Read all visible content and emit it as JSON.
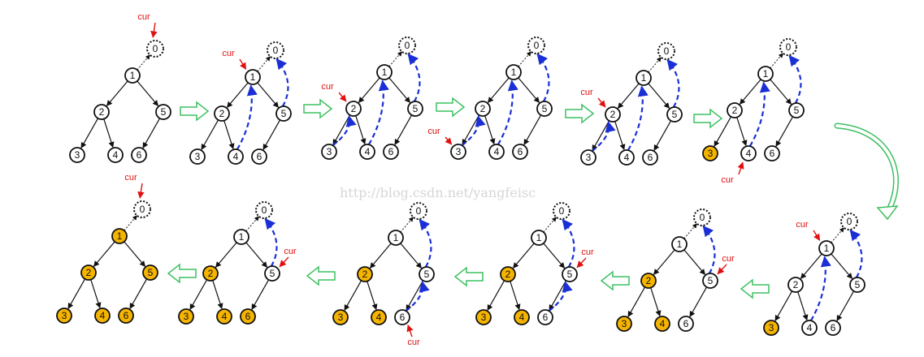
{
  "watermark": "http://blog.csdn.net/yangfeisc",
  "pointer_label": "cur",
  "colors": {
    "edge": "#111111",
    "thread": "#1a2fd6",
    "pointer": "#e01010",
    "visited_fill": "#f5b400",
    "node_fill": "#ffffff",
    "step_arrow": "#3cc060"
  },
  "tree": {
    "nodes": [
      "0",
      "1",
      "2",
      "3",
      "4",
      "5",
      "6"
    ],
    "edges": [
      [
        "1",
        "2"
      ],
      [
        "1",
        "5"
      ],
      [
        "2",
        "3"
      ],
      [
        "2",
        "4"
      ],
      [
        "5",
        "6"
      ]
    ],
    "root_link": [
      "1",
      "0"
    ]
  },
  "steps": [
    {
      "visited": [],
      "threads": [],
      "cur": "0"
    },
    {
      "visited": [],
      "threads": [
        [
          "4",
          "1"
        ],
        [
          "5",
          "0"
        ]
      ],
      "cur": "1"
    },
    {
      "visited": [],
      "threads": [
        [
          "3",
          "2"
        ],
        [
          "4",
          "1"
        ],
        [
          "5",
          "0"
        ]
      ],
      "cur": "2"
    },
    {
      "visited": [],
      "threads": [
        [
          "3",
          "2"
        ],
        [
          "4",
          "1"
        ],
        [
          "5",
          "0"
        ]
      ],
      "cur": "3"
    },
    {
      "visited": [],
      "threads": [
        [
          "3",
          "2"
        ],
        [
          "4",
          "1"
        ],
        [
          "5",
          "0"
        ]
      ],
      "cur": "2"
    },
    {
      "visited": [
        "3"
      ],
      "threads": [
        [
          "4",
          "1"
        ],
        [
          "5",
          "0"
        ]
      ],
      "cur": "4"
    },
    {
      "visited": [
        "3"
      ],
      "threads": [
        [
          "4",
          "1"
        ],
        [
          "5",
          "0"
        ]
      ],
      "cur": "1"
    },
    {
      "visited": [
        "3",
        "4",
        "2"
      ],
      "threads": [
        [
          "5",
          "0"
        ]
      ],
      "cur": "5"
    },
    {
      "visited": [
        "3",
        "4",
        "2"
      ],
      "threads": [
        [
          "6",
          "5"
        ],
        [
          "5",
          "0"
        ]
      ],
      "cur": "5"
    },
    {
      "visited": [
        "3",
        "4",
        "2"
      ],
      "threads": [
        [
          "6",
          "5"
        ],
        [
          "5",
          "0"
        ]
      ],
      "cur": "6"
    },
    {
      "visited": [
        "3",
        "4",
        "2",
        "6"
      ],
      "threads": [
        [
          "5",
          "0"
        ]
      ],
      "cur": "5"
    },
    {
      "visited": [
        "3",
        "4",
        "2",
        "6",
        "5",
        "1"
      ],
      "threads": [],
      "cur": "0"
    }
  ]
}
